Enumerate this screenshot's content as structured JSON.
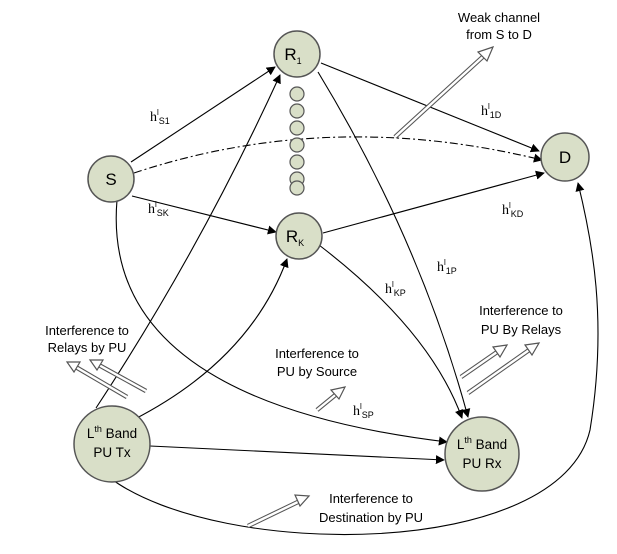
{
  "nodes": {
    "s": "S",
    "d": "D",
    "r1": {
      "main": "R",
      "sub": "1"
    },
    "rk": {
      "main": "R",
      "sub": "K"
    },
    "pu_tx": {
      "line1_pre": "L",
      "line1_sup": "th",
      "line1_post": " Band",
      "line2": "PU Tx"
    },
    "pu_rx": {
      "line1_pre": "L",
      "line1_sup": "th",
      "line1_post": " Band",
      "line2": "PU Rx"
    }
  },
  "channels": {
    "h_s1": {
      "base": "h",
      "sup": "l",
      "sub": "S1"
    },
    "h_sk": {
      "base": "h",
      "sup": "l",
      "sub": "SK"
    },
    "h_1d": {
      "base": "h",
      "sup": "l",
      "sub": "1D"
    },
    "h_kd": {
      "base": "h",
      "sup": "l",
      "sub": "KD"
    },
    "h_1p": {
      "base": "h",
      "sup": "l",
      "sub": "1P"
    },
    "h_kp": {
      "base": "h",
      "sup": "l",
      "sub": "KP"
    },
    "h_sp": {
      "base": "h",
      "sup": "l",
      "sub": "SP"
    }
  },
  "annotations": {
    "weak_channel": [
      "Weak channel",
      "from S to D"
    ],
    "interference_relays_by_pu": [
      "Interference to",
      "Relays by PU"
    ],
    "interference_pu_by_source": [
      "Interference to",
      "PU by Source"
    ],
    "interference_pu_by_relays": [
      "Interference to",
      "PU By Relays"
    ],
    "interference_destination_by_pu": [
      "Interference to",
      "Destination by PU"
    ]
  },
  "colors": {
    "node_fill": "#d9dfc8",
    "node_stroke": "#555555",
    "edge": "#000000"
  }
}
